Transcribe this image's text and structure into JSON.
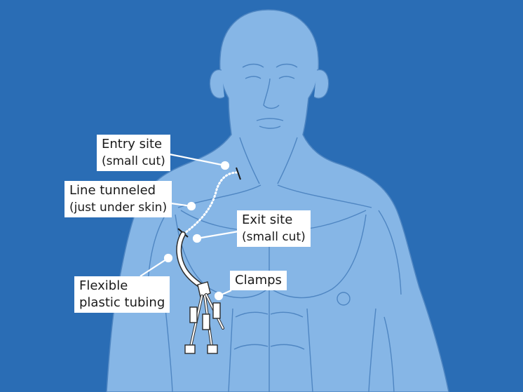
{
  "colors": {
    "background": "#2a6db5",
    "body_fill": "#86b6e6",
    "body_line": "#4f86c2",
    "label_bg": "#ffffff",
    "leader": "#ffffff"
  },
  "labels": {
    "entry_site": {
      "line1": "Entry site",
      "line2": "(small cut)"
    },
    "line_tunneled": {
      "line1": "Line tunneled",
      "line2": "(just under skin)"
    },
    "exit_site": {
      "line1": "Exit site",
      "line2": "(small cut)"
    },
    "flexible_tubing": {
      "line1": "Flexible",
      "line2": "plastic tubing"
    },
    "clamps": {
      "line1": "Clamps"
    }
  }
}
